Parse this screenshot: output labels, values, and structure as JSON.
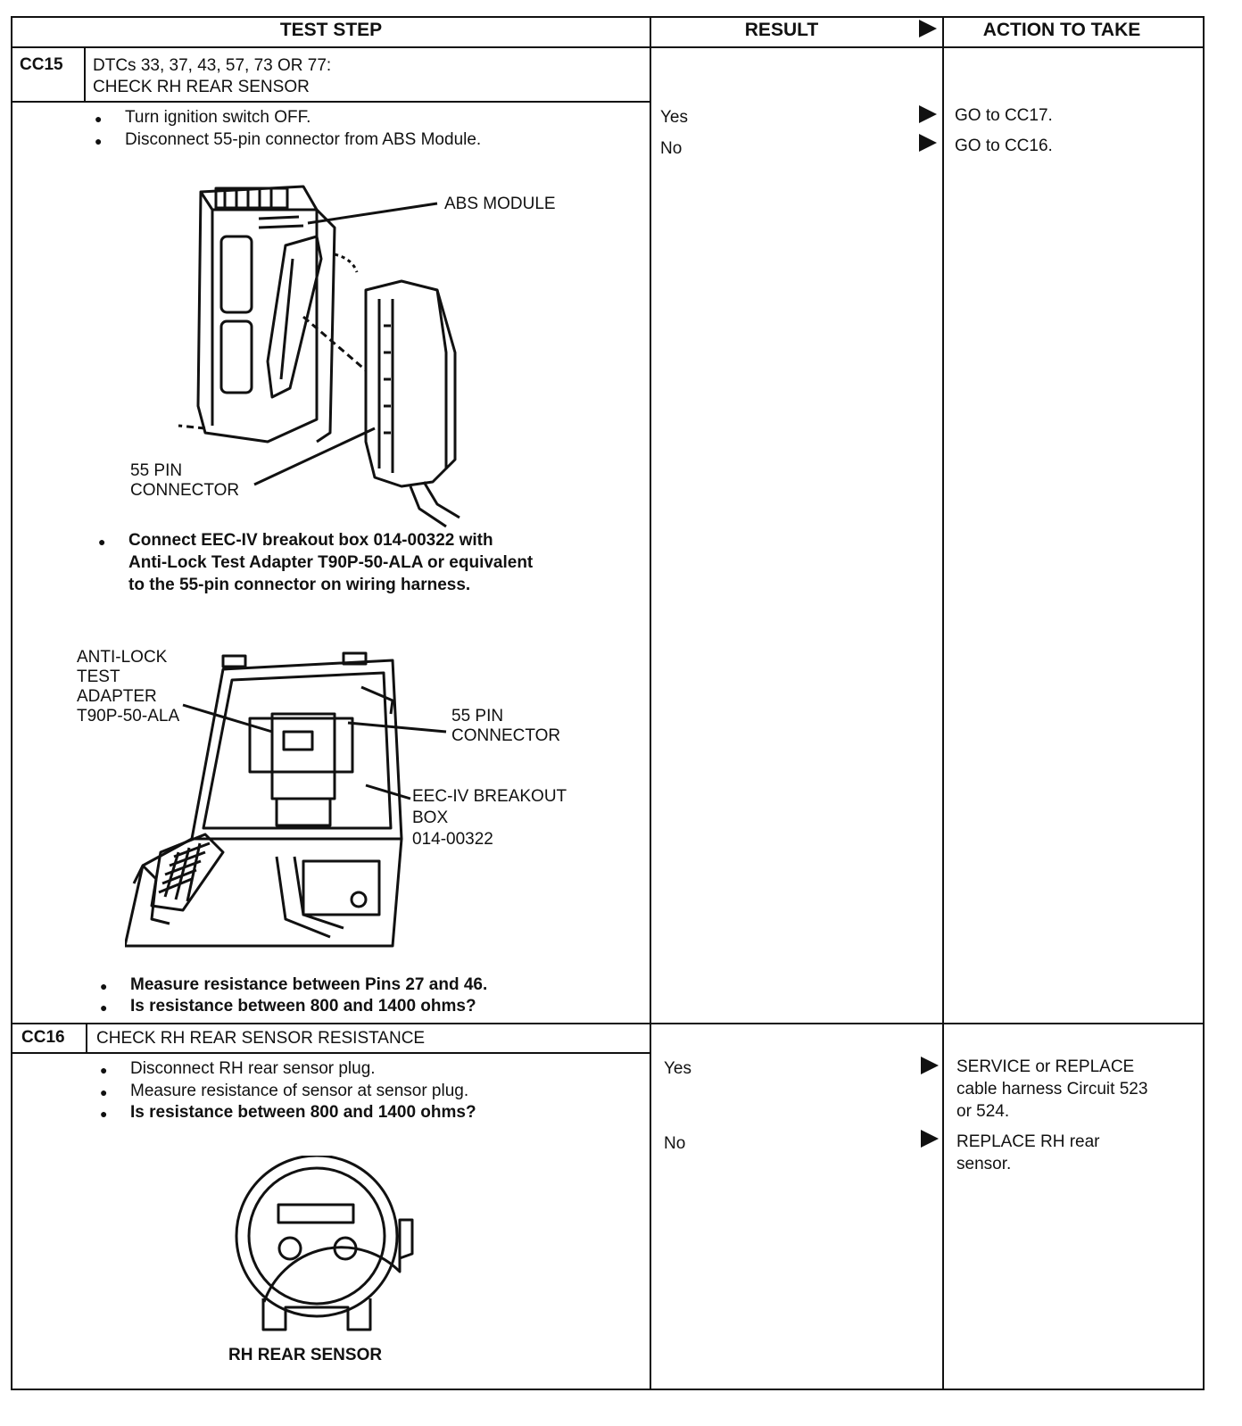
{
  "header": {
    "test_step": "TEST STEP",
    "result": "RESULT",
    "action": "ACTION TO TAKE"
  },
  "cc15": {
    "id": "CC15",
    "title_line1": "DTCs 33, 37, 43, 57, 73 OR 77:",
    "title_line2": "CHECK RH REAR SENSOR",
    "bullet1": "Turn ignition switch OFF.",
    "bullet2": "Disconnect 55-pin connector from ABS Module.",
    "fig1_label_module": "ABS MODULE",
    "fig1_label_conn_1": "55 PIN",
    "fig1_label_conn_2": "CONNECTOR",
    "bullet3_line1": "Connect EEC-IV breakout box 014-00322 with",
    "bullet3_line2": "Anti-Lock Test Adapter T90P-50-ALA or equivalent",
    "bullet3_line3": "to the 55-pin connector on wiring harness.",
    "fig2_label_adapter_1": "ANTI-LOCK",
    "fig2_label_adapter_2": "TEST",
    "fig2_label_adapter_3": "ADAPTER",
    "fig2_label_adapter_4": "T90P-50-ALA",
    "fig2_label_conn_1": "55 PIN",
    "fig2_label_conn_2": "CONNECTOR",
    "fig2_label_box_1": "EEC-IV BREAKOUT",
    "fig2_label_box_2": "BOX",
    "fig2_label_box_3": "014-00322",
    "bullet4": "Measure resistance between Pins 27 and 46.",
    "bullet5": "Is resistance between 800 and 1400 ohms?",
    "result_yes": "Yes",
    "result_no": "No",
    "action_yes": "GO to CC17.",
    "action_no": "GO to CC16."
  },
  "cc16": {
    "id": "CC16",
    "title": "CHECK RH REAR SENSOR RESISTANCE",
    "bullet1": "Disconnect RH rear sensor plug.",
    "bullet2": "Measure resistance of sensor at sensor plug.",
    "bullet3": "Is resistance between 800 and 1400 ohms?",
    "fig_label": "RH REAR SENSOR",
    "result_yes": "Yes",
    "result_no": "No",
    "action_yes_1": "SERVICE or REPLACE",
    "action_yes_2": "cable harness Circuit 523",
    "action_yes_3": "or 524.",
    "action_no_1": "REPLACE RH rear",
    "action_no_2": "sensor."
  }
}
